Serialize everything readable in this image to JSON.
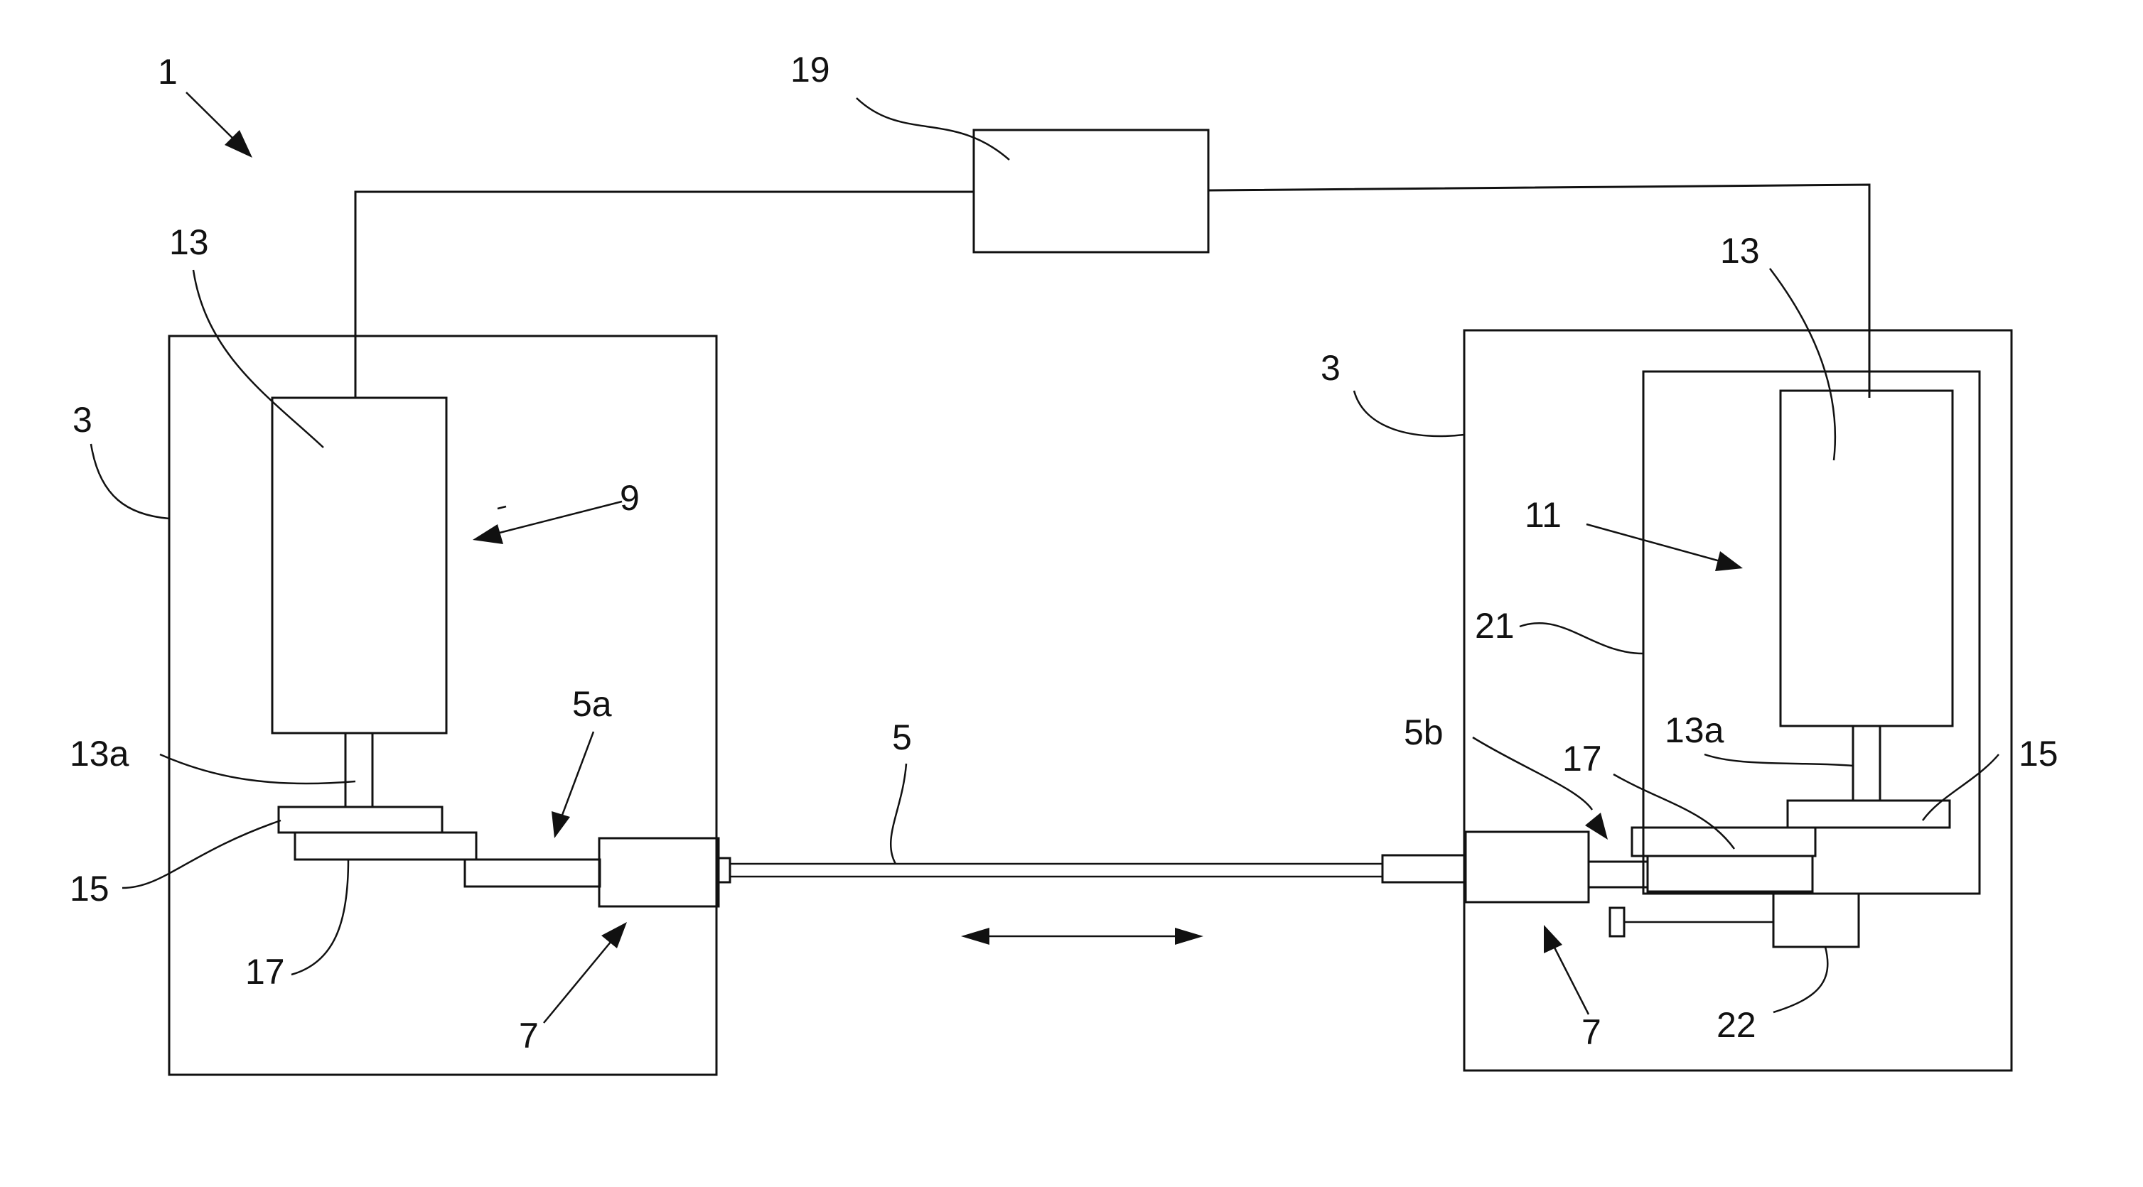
{
  "labels": {
    "system": "1",
    "hub": "19",
    "left_housing": "3",
    "right_housing": "3",
    "left_unit": "13",
    "right_unit": "13",
    "left_assembly": "9",
    "right_assembly": "11",
    "left_shaft": "13a",
    "right_shaft": "13a",
    "left_plate": "15",
    "right_plate": "15",
    "left_slide": "17",
    "right_slide": "17",
    "left_rod_end": "5a",
    "right_rod_end": "5b",
    "rod": "5",
    "left_coupler": "7",
    "right_coupler": "7",
    "enclosure": "21",
    "actuator": "22"
  },
  "icons": {
    "motion": "double-headed-arrow-icon"
  },
  "colors": {
    "line": "#111111",
    "background": "#ffffff"
  }
}
